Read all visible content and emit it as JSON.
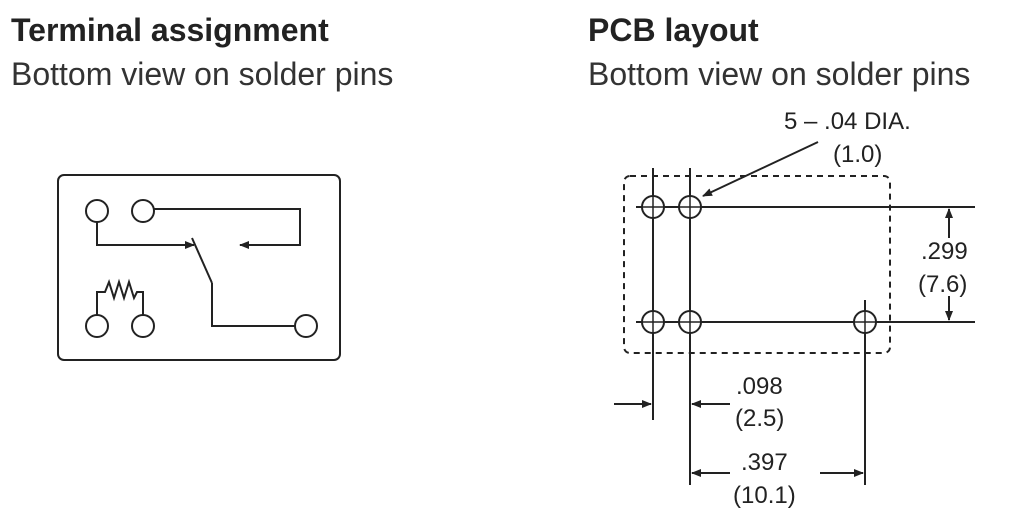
{
  "terminal_section": {
    "title": "Terminal assignment",
    "subtitle": "Bottom view on solder pins"
  },
  "pcb_section": {
    "title": "PCB layout",
    "subtitle": "Bottom view on solder pins",
    "hole_label": "5 – .04 DIA.",
    "hole_label_metric": "(1.0)",
    "dim_vertical": ".299",
    "dim_vertical_metric": "(7.6)",
    "dim_small": ".098",
    "dim_small_metric": "(2.5)",
    "dim_wide": ".397",
    "dim_wide_metric": "(10.1)"
  },
  "colors": {
    "line": "#222222",
    "background": "#ffffff"
  }
}
